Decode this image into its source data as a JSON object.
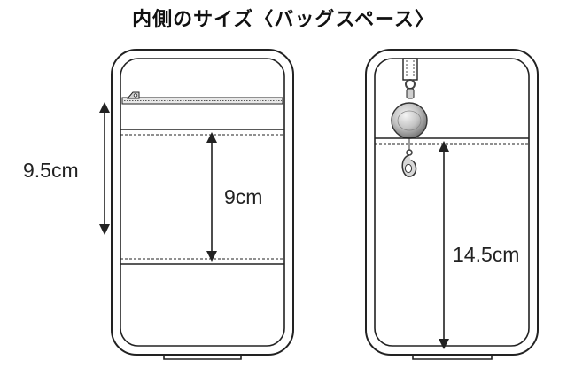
{
  "title": "内側のサイズ〈バッグスペース〉",
  "left_panel": {
    "height_label_outer": "9.5cm",
    "height_label_inner": "9cm"
  },
  "right_panel": {
    "height_label": "14.5cm"
  },
  "colors": {
    "outline": "#222222",
    "metal": "#b9b9b9",
    "background": "#ffffff"
  }
}
